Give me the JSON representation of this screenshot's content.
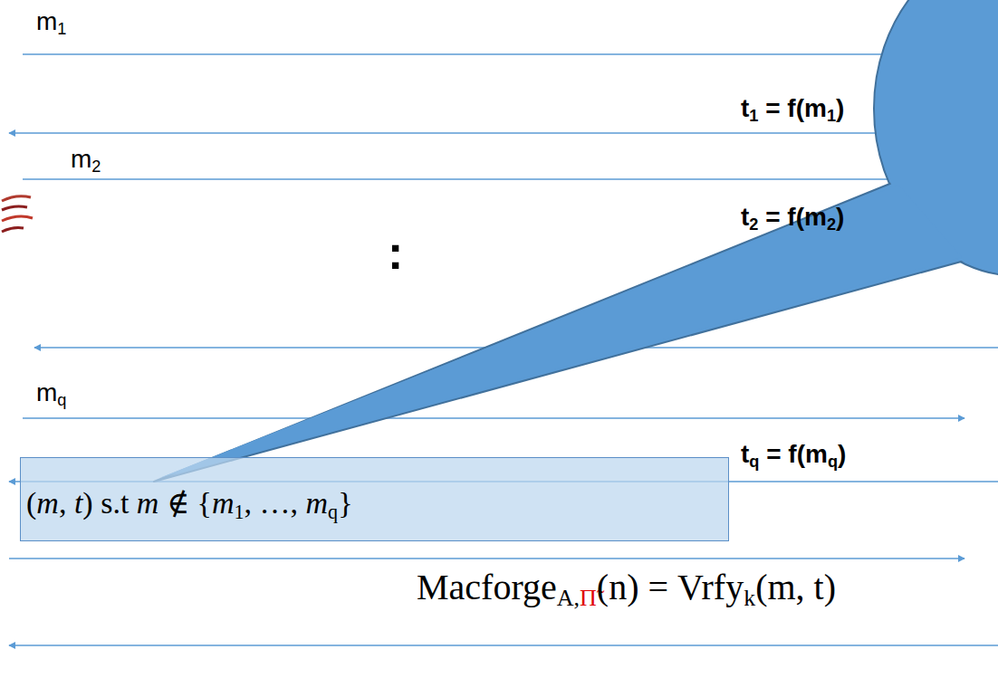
{
  "diagram": {
    "nodes": [
      {
        "text": [
          "(m, t) s.t m ∉ {m1, …, mq}"
        ]
      }
    ],
    "labels": [
      "m1",
      "t1 = f(m1)",
      "m2",
      "t2 = f(m2)",
      ":",
      "mq",
      "tq = f(mq)",
      "MacforgeA,Π̃(n) = Vrfyk(m, t)"
    ]
  }
}
